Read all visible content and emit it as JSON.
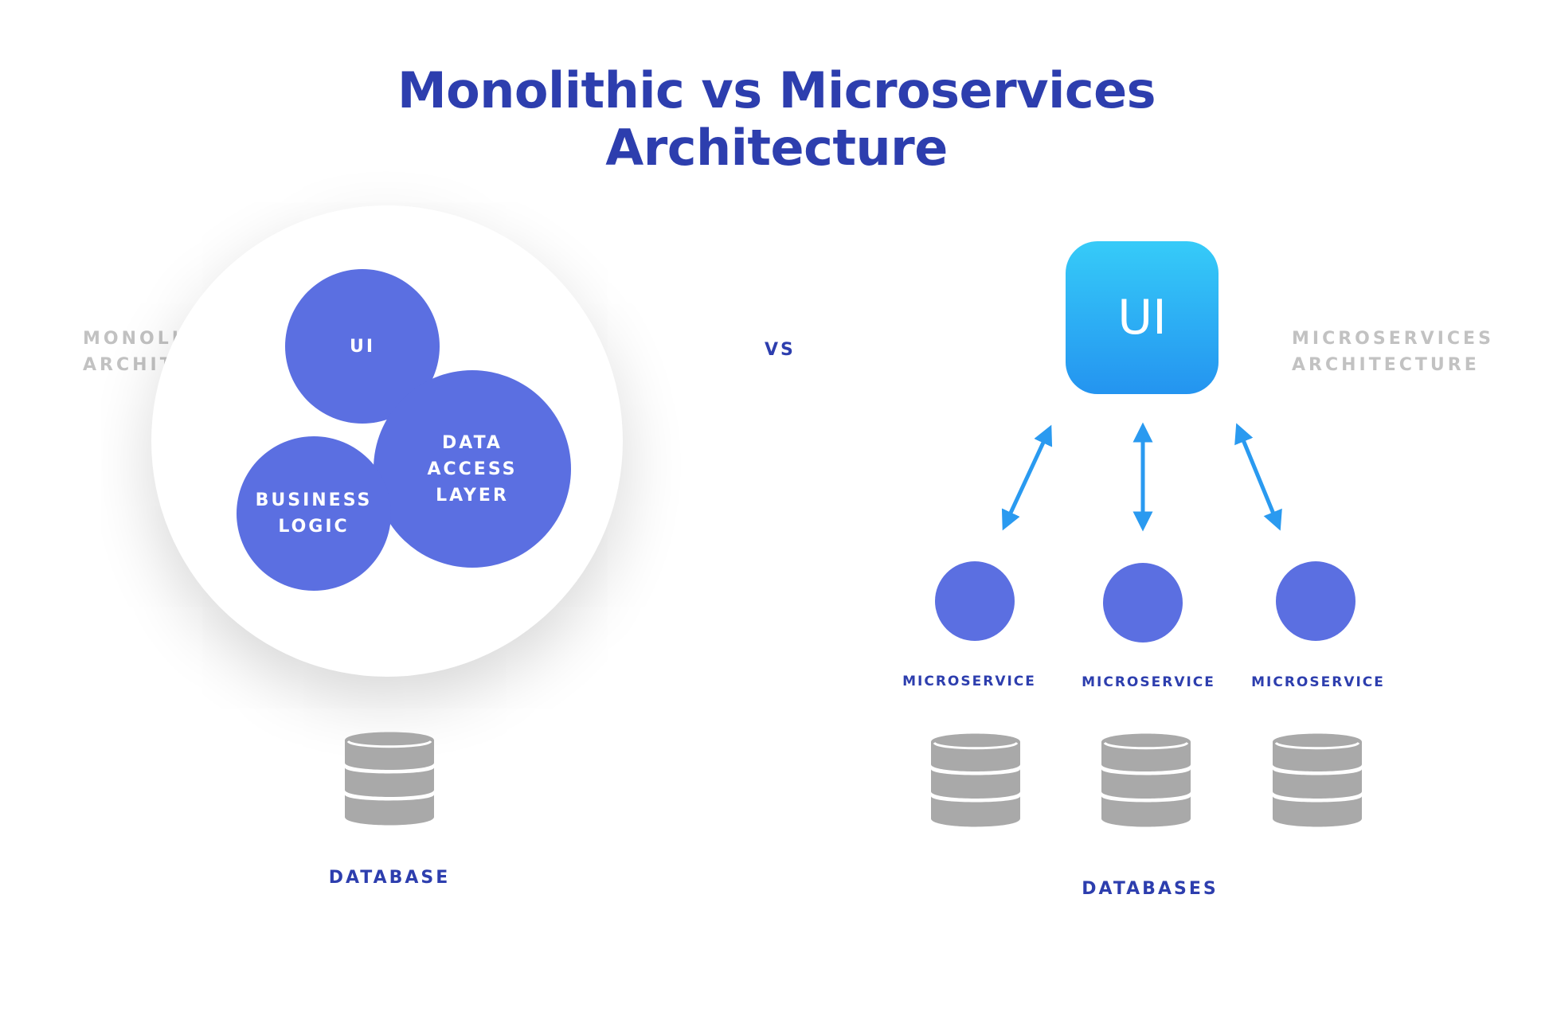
{
  "title": {
    "line1": "Monolithic vs Microservices",
    "line2": "Architecture"
  },
  "monolith": {
    "label_line1": "MONOLITH",
    "label_line2": "ARCHITECTURE",
    "components": {
      "ui": "UI",
      "data_access_layer": "DATA\nACCESS\nLAYER",
      "business_logic": "BUSINESS\nLOGIC"
    },
    "database_label": "DATABASE"
  },
  "vs": "VS",
  "microservices": {
    "label_line1": "MICROSERVICES",
    "label_line2": "ARCHITECTURE",
    "ui": "UI",
    "services": [
      {
        "label": "MICROSERVICE"
      },
      {
        "label": "MICROSERVICE"
      },
      {
        "label": "MICROSERVICE"
      }
    ],
    "databases_label": "DATABASES"
  },
  "colors": {
    "title": "#2d3eae",
    "bubble": "#5b6fe1",
    "arrow": "#2a9af0",
    "muted_label": "#c2c2c2",
    "database": "#a9a9a9"
  },
  "icons": {
    "database": "database-icon",
    "arrow": "double-headed-arrow"
  }
}
